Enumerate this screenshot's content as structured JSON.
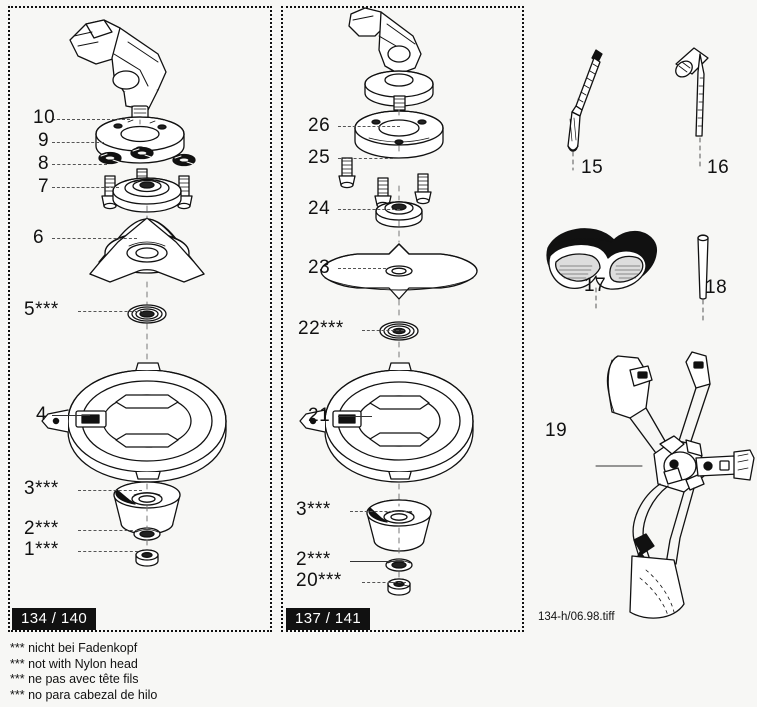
{
  "document": {
    "type": "exploded-parts-diagram",
    "file_reference": "134-h/06.98.tiff",
    "background_color": "#f7f7f5",
    "ink_color": "#111111"
  },
  "panels": [
    {
      "id": "left",
      "badge": "134 / 140"
    },
    {
      "id": "middle",
      "badge": "137 / 141"
    }
  ],
  "left_panel": {
    "badge": "134 / 140",
    "callouts": [
      {
        "num": "10",
        "label": "10",
        "part": "mounting-plate"
      },
      {
        "num": "9",
        "label": "9",
        "part": "lock-washer"
      },
      {
        "num": "8",
        "label": "8",
        "part": "hex-bolt"
      },
      {
        "num": "7",
        "label": "7",
        "part": "thrust-plate"
      },
      {
        "num": "6",
        "label": "6",
        "part": "three-tooth-blade"
      },
      {
        "num": "5",
        "label": "5***",
        "part": "spacer-bushing"
      },
      {
        "num": "4",
        "label": "4",
        "part": "deflector-ring"
      },
      {
        "num": "3",
        "label": "3***",
        "part": "cup-washer"
      },
      {
        "num": "2",
        "label": "2***",
        "part": "flat-washer"
      },
      {
        "num": "1",
        "label": "1***",
        "part": "lock-nut"
      }
    ]
  },
  "middle_panel": {
    "badge": "137 / 141",
    "callouts": [
      {
        "num": "26",
        "label": "26",
        "part": "mounting-plate"
      },
      {
        "num": "25",
        "label": "25",
        "part": "hex-bolt"
      },
      {
        "num": "24",
        "label": "24",
        "part": "thrust-plate"
      },
      {
        "num": "23",
        "label": "23",
        "part": "four-tooth-blade"
      },
      {
        "num": "22",
        "label": "22***",
        "part": "spacer-bushing"
      },
      {
        "num": "21",
        "label": "21",
        "part": "deflector-ring"
      },
      {
        "num": "3b",
        "label": "3***",
        "part": "cup-washer"
      },
      {
        "num": "2b",
        "label": "2***",
        "part": "flat-washer"
      },
      {
        "num": "20",
        "label": "20***",
        "part": "lock-nut"
      }
    ]
  },
  "right_column": {
    "callouts": [
      {
        "num": "15",
        "label": "15",
        "part": "screwdriver"
      },
      {
        "num": "16",
        "label": "16",
        "part": "socket-wrench"
      },
      {
        "num": "17",
        "label": "17",
        "part": "safety-goggles"
      },
      {
        "num": "18",
        "label": "18",
        "part": "locking-pin"
      },
      {
        "num": "19",
        "label": "19",
        "part": "shoulder-harness"
      }
    ]
  },
  "footnotes": [
    "*** nicht bei Fadenkopf",
    "*** not with Nylon head",
    "*** ne pas avec  tête fils",
    "*** no para cabezal de hilo"
  ],
  "file_tag": "134-h/06.98.tiff"
}
